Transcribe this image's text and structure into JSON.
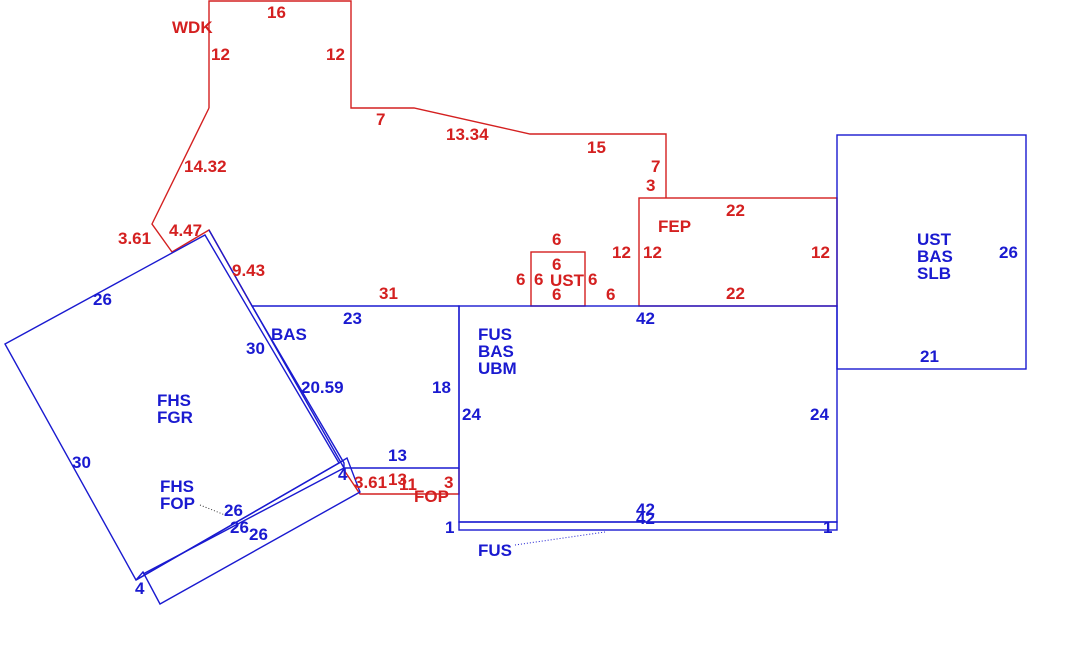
{
  "colors": {
    "red": "#d42020",
    "blue": "#1a1ad0",
    "background": "#ffffff"
  },
  "areas": {
    "wdk": "WDK",
    "fep": "FEP",
    "ust_small": "UST",
    "fop_red": "FOP",
    "bas_left": "BAS",
    "fus_main": [
      "FUS",
      "BAS",
      "UBM"
    ],
    "ust_right": [
      "UST",
      "BAS",
      "SLB"
    ],
    "fhs_fgr": [
      "FHS",
      "FGR"
    ],
    "fhs_fop": [
      "FHS",
      "FOP"
    ],
    "fus_bottom": "FUS"
  },
  "dimensions": {
    "wdk_top": "16",
    "wdk_left": "12",
    "wdk_right": "12",
    "wdk_step": "7",
    "wdk_slope": "13.34",
    "wdk_run": "15",
    "wdk_drop_7": "7",
    "wdk_drop_3": "3",
    "wdk_diag": "14.32",
    "wdk_corner": "3.61",
    "wdk_short": "4.47",
    "wdk_side": "9.43",
    "wdk_bottom": "31",
    "fep_top": "22",
    "fep_left_out": "12",
    "fep_left_in": "12",
    "fep_right": "12",
    "fep_bottom": "22",
    "ust_top": "6",
    "ust_inner_top": "6",
    "ust_left_out": "6",
    "ust_left_in": "6",
    "ust_right": "6",
    "ust_bottom": "6",
    "ust_gap": "6",
    "main_top": "42",
    "main_left": "24",
    "main_right": "24",
    "main_bottom": "42",
    "strip_bottom": "42",
    "strip_left": "1",
    "strip_right": "1",
    "ust_r_right": "26",
    "ust_r_bottom": "21",
    "bas_top": "23",
    "bas_left": "30",
    "bas_diag": "20.59",
    "bas_right": "18",
    "bas_bottom": "13",
    "fhs_top": "26",
    "fhs_left": "30",
    "fhs_b1": "26",
    "fhs_b2": "26",
    "fhs_b3": "26",
    "fhs_end_l": "4",
    "fhs_end_r": "4",
    "fop_w1": "3.61",
    "fop_w2": "13",
    "fop_w3": "11",
    "fop_h": "3"
  }
}
